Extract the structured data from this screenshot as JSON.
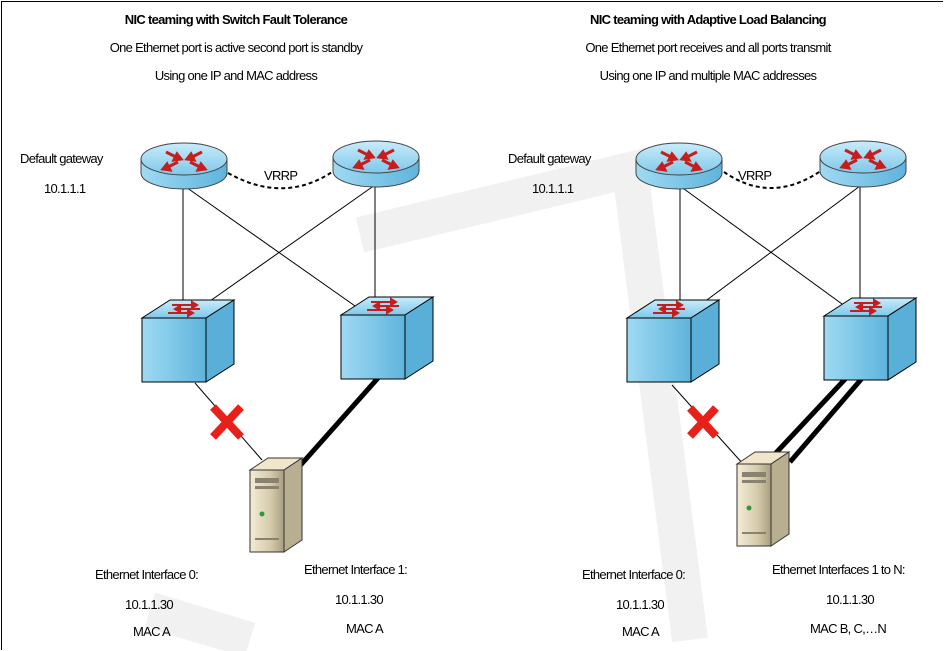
{
  "panels": [
    {
      "title": "NIC teaming with Switch Fault Tolerance",
      "line1": "One Ethernet port is active second port is standby",
      "line2": "Using one IP and MAC address",
      "gateway_label": "Default gateway",
      "gateway_ip": "10.1.1.1",
      "vrrp": "VRRP",
      "iface0": {
        "name": "Ethernet Interface 0:",
        "ip": "10.1.1.30",
        "mac": "MAC A"
      },
      "iface1": {
        "name": "Ethernet Interface 1:",
        "ip": "10.1.1.30",
        "mac": "MAC A"
      }
    },
    {
      "title": "NIC teaming with Adaptive Load Balancing",
      "line1": "One Ethernet port receives and all ports transmit",
      "line2": "Using one IP and multiple MAC addresses",
      "gateway_label": "Default gateway",
      "gateway_ip": "10.1.1.1",
      "vrrp": "VRRP",
      "iface0": {
        "name": "Ethernet Interface 0:",
        "ip": "10.1.1.30",
        "mac": "MAC A"
      },
      "iface1": {
        "name": "Ethernet Interfaces 1 to N:",
        "ip": "10.1.1.30",
        "mac": "MAC B, C,…N"
      }
    }
  ],
  "colors": {
    "device_blue": "#8fd1ef",
    "arrow_red": "#d21f1f",
    "failure_x": "#e8201a"
  }
}
